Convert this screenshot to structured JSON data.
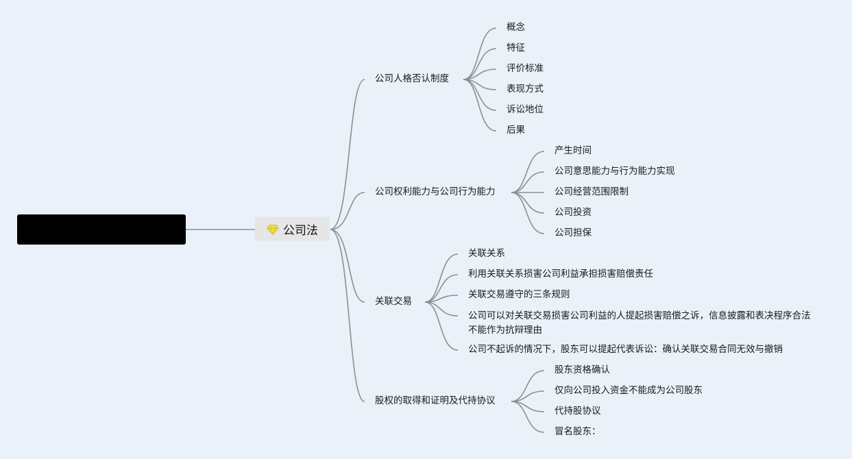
{
  "center": {
    "icon": "gem-icon",
    "label": "公司法"
  },
  "branches": [
    {
      "label": "公司人格否认制度",
      "children": [
        "概念",
        "特征",
        "评价标准",
        "表现方式",
        "诉讼地位",
        "后果"
      ]
    },
    {
      "label": "公司权利能力与公司行为能力",
      "children": [
        "产生时间",
        "公司意思能力与行为能力实现",
        "公司经营范围限制",
        "公司投资",
        "公司担保"
      ]
    },
    {
      "label": "关联交易",
      "children": [
        "关联关系",
        "利用关联关系损害公司利益承担损害赔偿责任",
        "关联交易遵守的三条规则",
        "公司可以对关联交易损害公司利益的人提起损害赔偿之诉，信息披露和表决程序合法不能作为抗辩理由",
        "公司不起诉的情况下，股东可以提起代表诉讼：确认关联交易合同无效与撤销"
      ]
    },
    {
      "label": "股权的取得和证明及代持协议",
      "children": [
        "股东资格确认",
        "仅向公司投入资金不能成为公司股东",
        "代持股协议",
        "冒名股东："
      ]
    }
  ],
  "colors": {
    "background": "#eaf1f9",
    "link": "#8a8f93",
    "gem": "#f2e24a"
  }
}
